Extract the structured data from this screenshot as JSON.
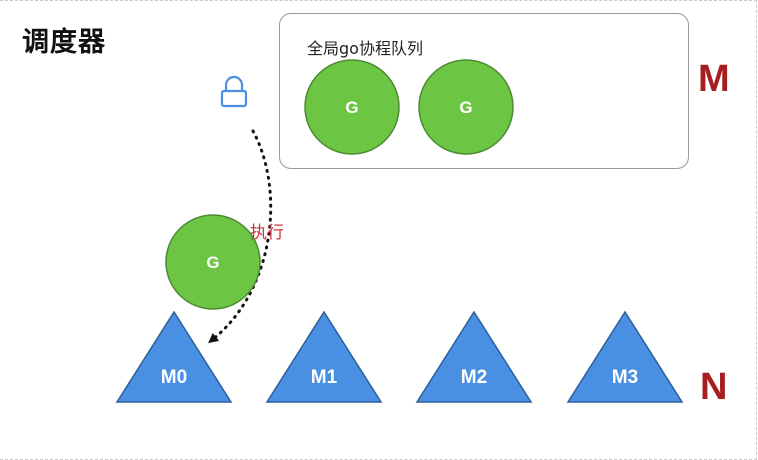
{
  "title": "调度器",
  "global_queue": {
    "label": "全局go协程队列",
    "goroutines": [
      "G",
      "G"
    ]
  },
  "labels": {
    "m": "M",
    "n": "N",
    "execute": "执行"
  },
  "running_goroutine": "G",
  "threads": [
    "M0",
    "M1",
    "M2",
    "M3"
  ],
  "icon": "lock-icon",
  "colors": {
    "goroutine": "#6cc644",
    "goroutine_border": "#4c8a34",
    "thread": "#4a90e2",
    "thread_border": "#2d5f9a",
    "accent": "#a81d1d",
    "execute": "#d0303f",
    "lock": "#4a90e2"
  }
}
